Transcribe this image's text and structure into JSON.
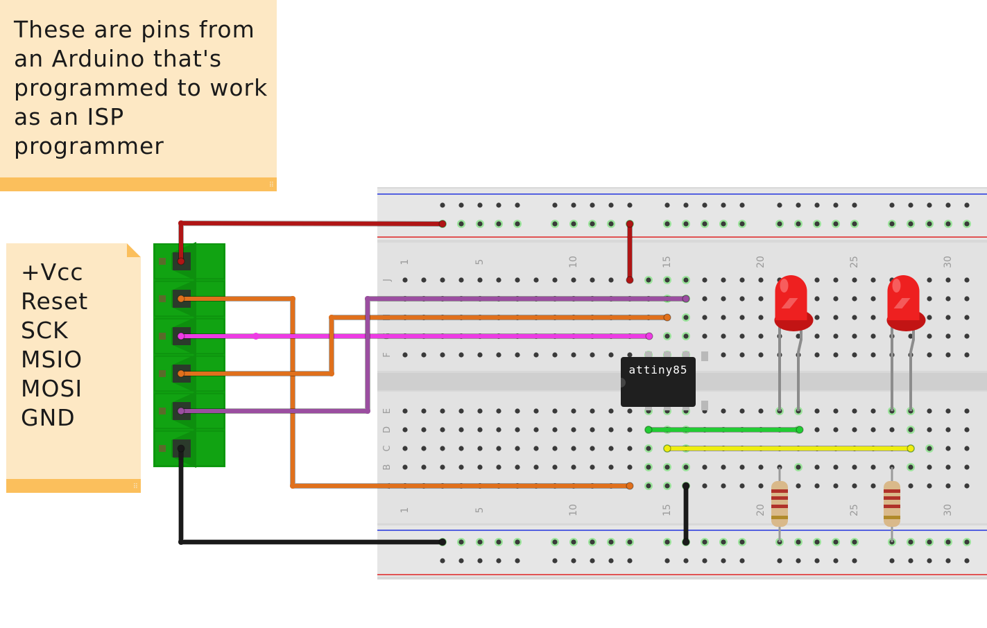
{
  "notes": {
    "arduino_note": {
      "lines": [
        "These are pins from",
        "an Arduino that's",
        "programmed to work",
        "as an ISP",
        "programmer"
      ]
    },
    "pin_note": {
      "lines": [
        "+Vcc",
        "Reset",
        "SCK",
        "MSIO",
        "MOSI",
        "GND"
      ]
    }
  },
  "breadboard": {
    "column_numbers": [
      "1",
      "5",
      "10",
      "15",
      "20",
      "25",
      "30"
    ],
    "row_letters_top": [
      "J",
      "I",
      "H",
      "G",
      "F"
    ],
    "row_letters_bottom": [
      "E",
      "D",
      "C",
      "B",
      "A"
    ],
    "rail_colors": {
      "positive": "#dd2222",
      "negative": "#2233dd"
    }
  },
  "chip": {
    "label": "attiny85"
  },
  "wire_colors": {
    "vcc": "#b01515",
    "reset": "#e0701c",
    "sck": "#ee3be4",
    "miso": "#e0701c",
    "mosi": "#9b4ea0",
    "gnd": "#1a1a1a",
    "green_jumper": "#22cc33",
    "yellow_jumper": "#eeee10"
  },
  "components": {
    "leds": [
      "red-led",
      "red-led"
    ],
    "resistors": [
      "resistor",
      "resistor"
    ],
    "led_color": "#ee2020"
  }
}
